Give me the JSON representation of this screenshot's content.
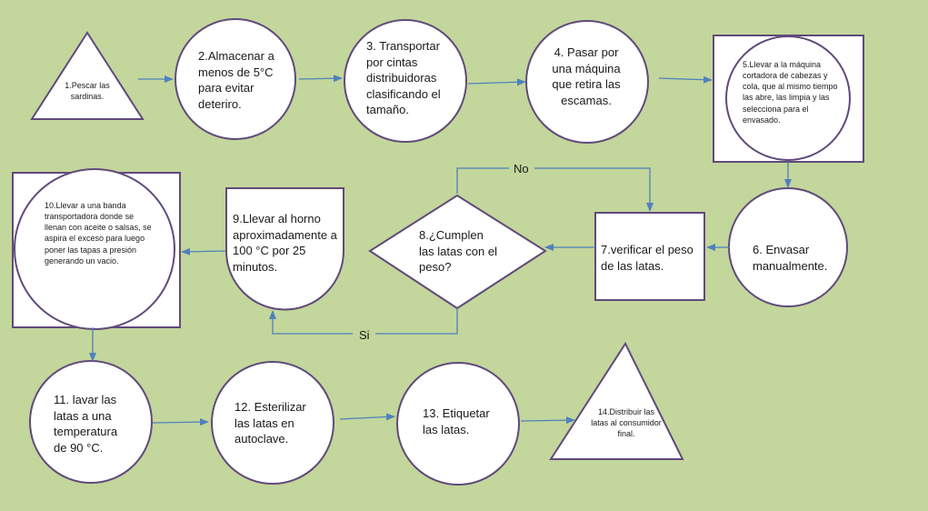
{
  "colors": {
    "background": "#c3d69b",
    "shape_fill": "#ffffff",
    "shape_stroke": "#604a7b",
    "arrow": "#4f81bd"
  },
  "steps": {
    "s1": "1.Pescar las sardinas.",
    "s2": "2.Almacenar a menos de 5°C para evitar deteriro.",
    "s3": "3. Transportar por cintas distribuidoras clasificando el tamaño.",
    "s4": "4. Pasar por una máquina que retira las escamas.",
    "s5": "5.Llevar a la máquina cortadora de cabezas y cola, que al mismo tiempo las abre, las limpia y las selecciona para el envasado.",
    "s6": "6. Envasar manualmente.",
    "s7": "7.verificar el peso de las latas.",
    "s8": "8.¿Cumplen las latas con el peso?",
    "s9": "9.Llevar al horno aproximadamente a 100 °C por 25 minutos.",
    "s10": "10.Llevar a una banda transportadora donde se llenan con aceite o salsas, se aspira el exceso para luego poner las tapas a presión generando un vacio.",
    "s11": "11. lavar las latas a una temperatura de 90 °C.",
    "s12": "12. Esterilizar las latas en autoclave.",
    "s13": "13. Etiquetar las latas.",
    "s14": "14.Distribuir las latas al consumidor final."
  },
  "branches": {
    "no": "No",
    "si": "Si"
  }
}
